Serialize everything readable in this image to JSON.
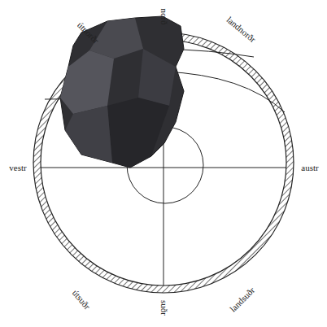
{
  "diagram": {
    "labels": [
      "norð",
      "landnorðr",
      "austr",
      "landsuðr",
      "suðr",
      "útsuðr",
      "vestr",
      "útnorðr"
    ]
  }
}
